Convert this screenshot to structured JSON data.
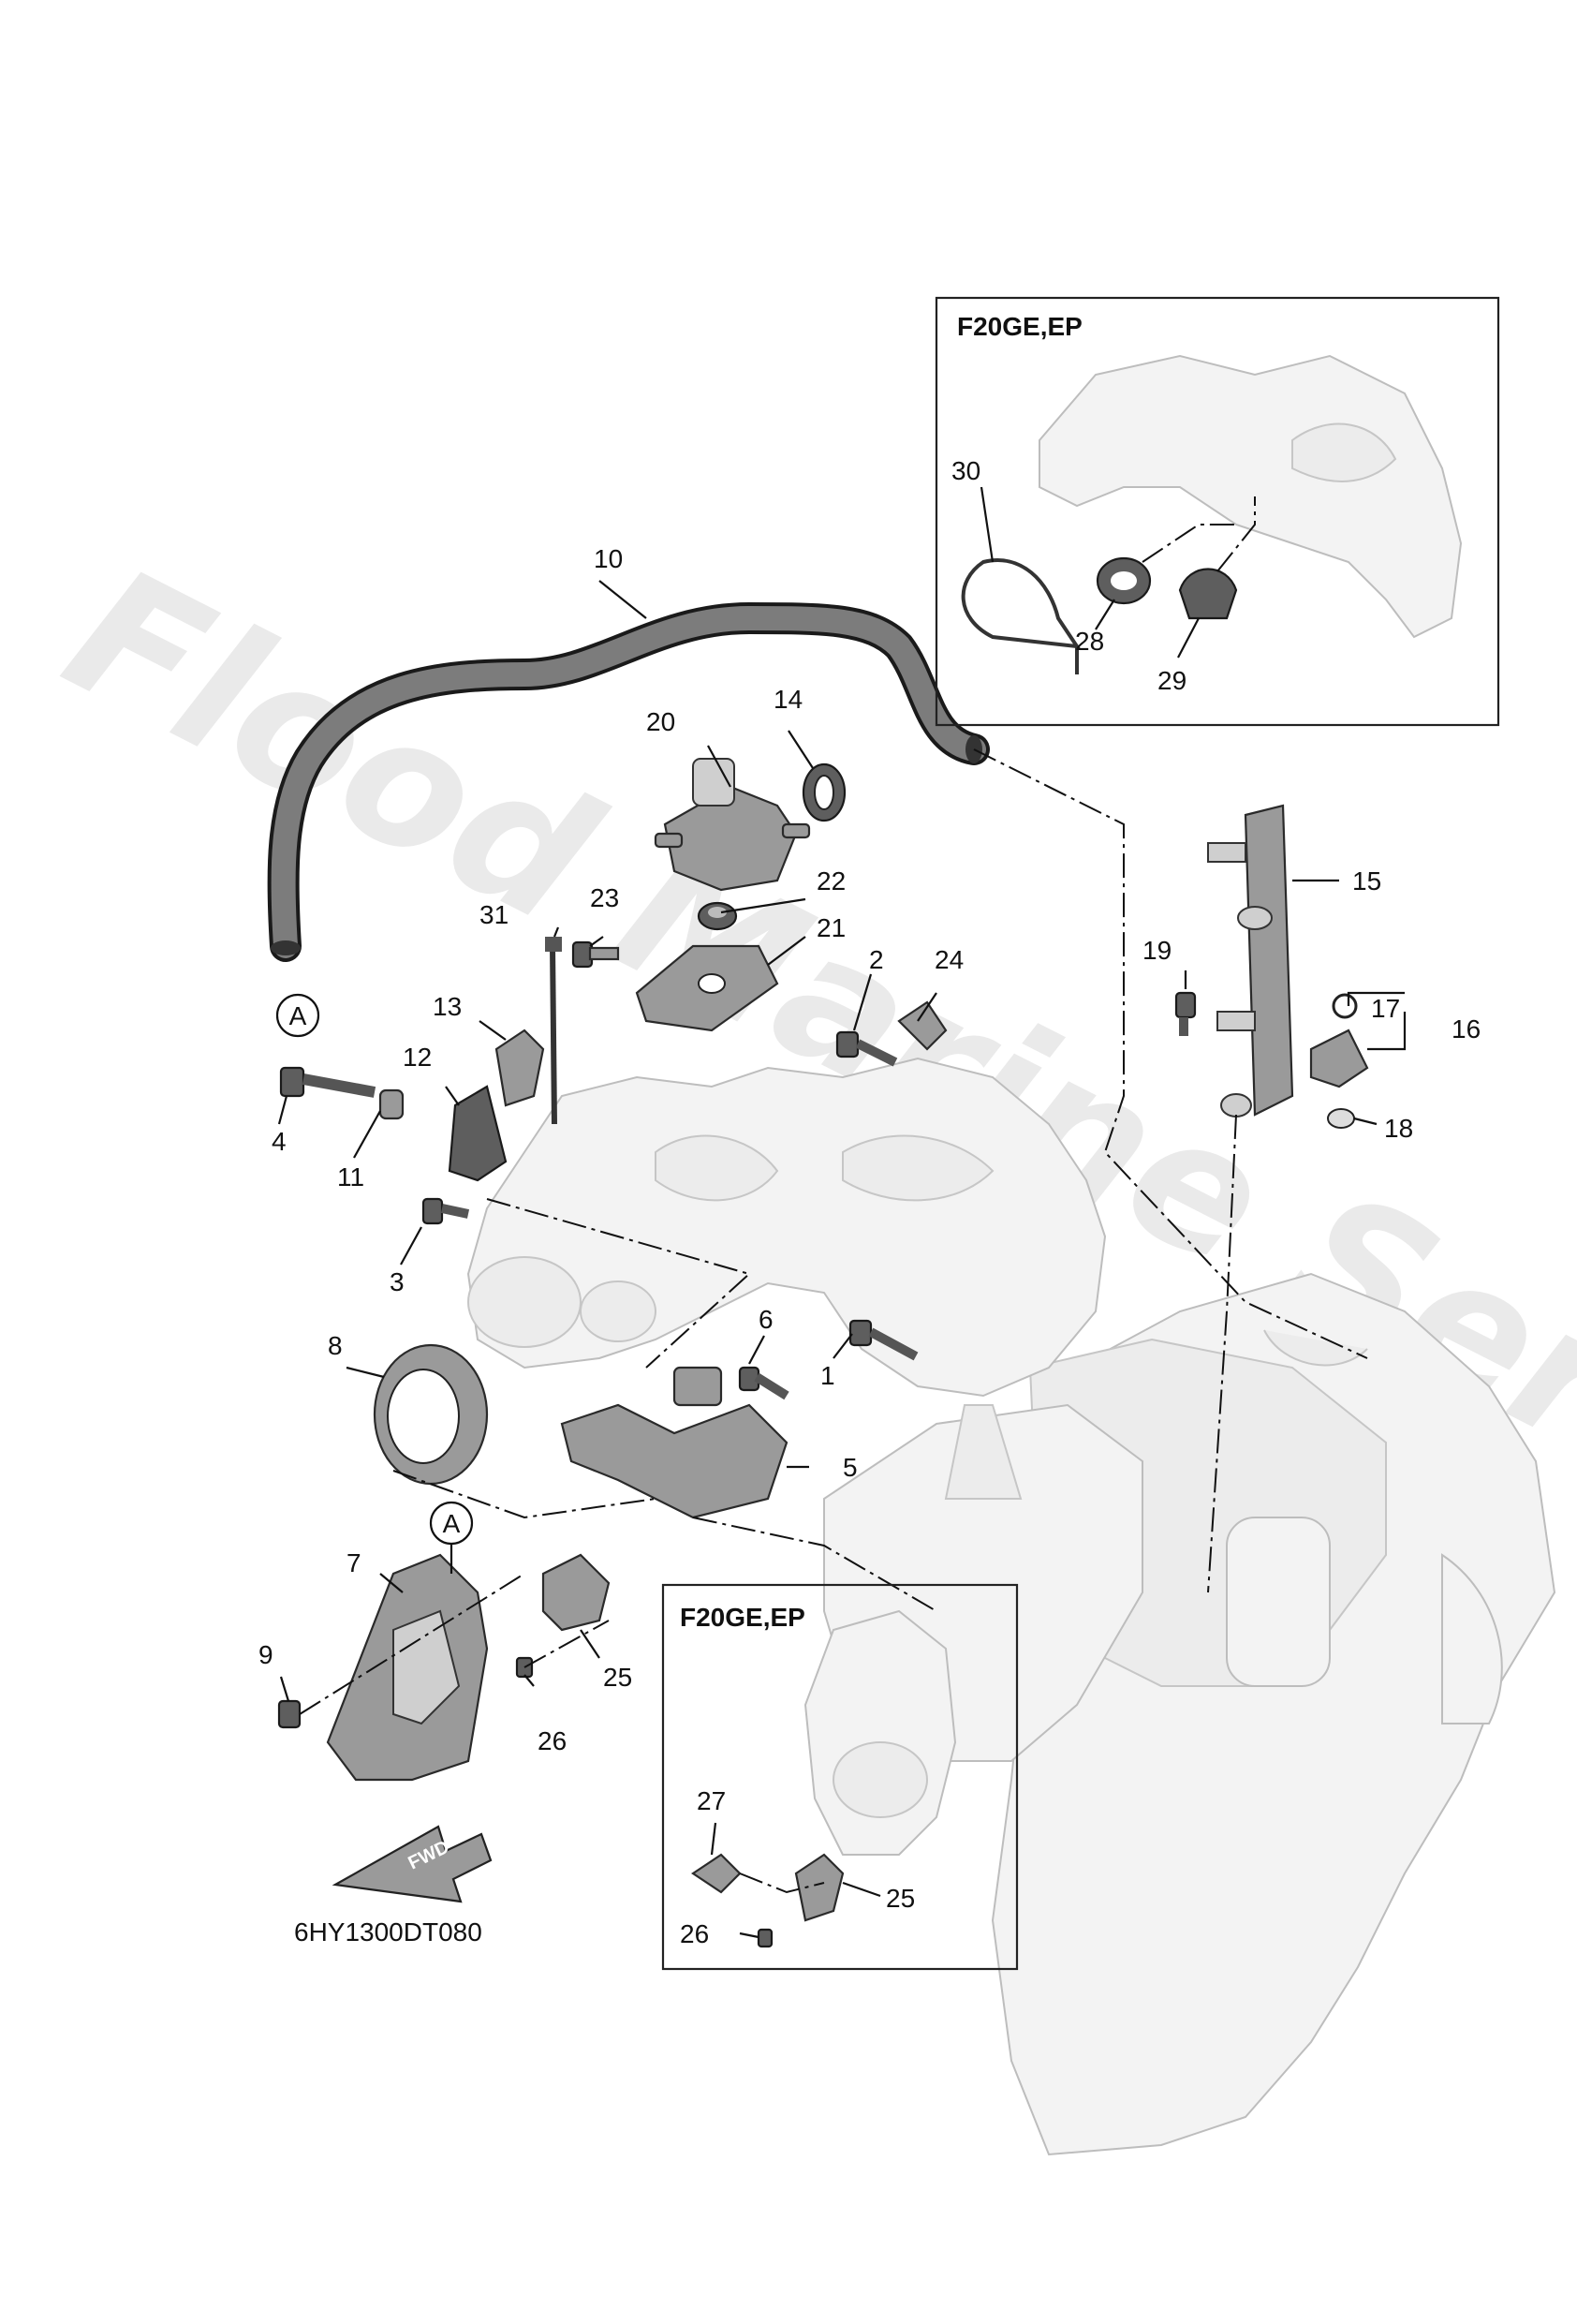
{
  "diagram": {
    "watermark": "Flood Marine Services",
    "drawing_code": "6HY1300DT080",
    "fwd_label": "FWD",
    "reference_marker": "A",
    "inset_boxes": [
      {
        "title": "F20GE,EP"
      },
      {
        "title": "F20GE,EP"
      }
    ],
    "callouts": [
      "1",
      "2",
      "3",
      "4",
      "5",
      "6",
      "7",
      "8",
      "9",
      "10",
      "11",
      "12",
      "13",
      "14",
      "15",
      "16",
      "17",
      "18",
      "19",
      "20",
      "21",
      "22",
      "23",
      "24",
      "25",
      "26",
      "27",
      "28",
      "29",
      "30",
      "31"
    ]
  }
}
